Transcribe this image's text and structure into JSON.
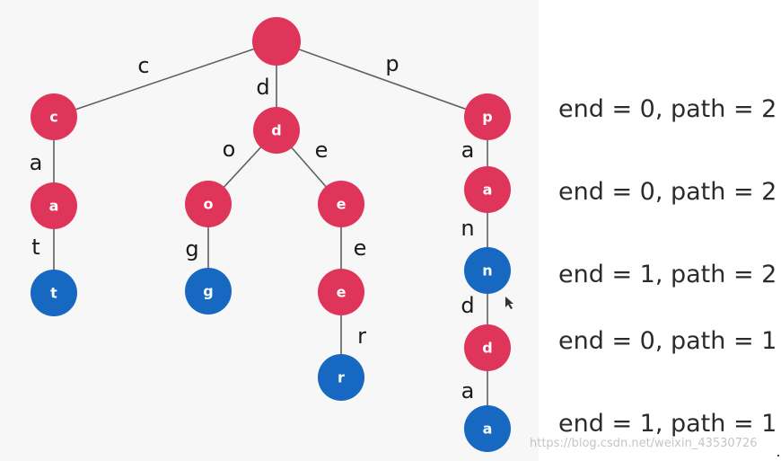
{
  "trie": {
    "root": {
      "label": ""
    },
    "nodes": [
      {
        "id": "c",
        "label": "c",
        "end": false
      },
      {
        "id": "ca",
        "label": "a",
        "end": false
      },
      {
        "id": "cat",
        "label": "t",
        "end": true
      },
      {
        "id": "d",
        "label": "d",
        "end": false
      },
      {
        "id": "do",
        "label": "o",
        "end": false
      },
      {
        "id": "dog",
        "label": "g",
        "end": true
      },
      {
        "id": "de",
        "label": "e",
        "end": false
      },
      {
        "id": "dee",
        "label": "e",
        "end": false
      },
      {
        "id": "deer",
        "label": "r",
        "end": true
      },
      {
        "id": "p",
        "label": "p",
        "end": false
      },
      {
        "id": "pa",
        "label": "a",
        "end": false
      },
      {
        "id": "pan",
        "label": "n",
        "end": true
      },
      {
        "id": "pand",
        "label": "d",
        "end": false
      },
      {
        "id": "panda",
        "label": "a",
        "end": true
      }
    ],
    "edges": [
      {
        "from": "root",
        "to": "c",
        "label": "c"
      },
      {
        "from": "c",
        "to": "ca",
        "label": "a"
      },
      {
        "from": "ca",
        "to": "cat",
        "label": "t"
      },
      {
        "from": "root",
        "to": "d",
        "label": "d"
      },
      {
        "from": "d",
        "to": "do",
        "label": "o"
      },
      {
        "from": "do",
        "to": "dog",
        "label": "g"
      },
      {
        "from": "d",
        "to": "de",
        "label": "e"
      },
      {
        "from": "de",
        "to": "dee",
        "label": "e"
      },
      {
        "from": "dee",
        "to": "deer",
        "label": "r"
      },
      {
        "from": "root",
        "to": "p",
        "label": "p"
      },
      {
        "from": "p",
        "to": "pa",
        "label": "a"
      },
      {
        "from": "pa",
        "to": "pan",
        "label": "n"
      },
      {
        "from": "pan",
        "to": "pand",
        "label": "d"
      },
      {
        "from": "pand",
        "to": "panda",
        "label": "a"
      }
    ]
  },
  "stats": [
    "end = 0, path = 2",
    "end = 0, path = 2",
    "end = 1, path = 2",
    "end = 0, path = 1",
    "end = 1, path = 1"
  ],
  "watermark": "https://blog.csdn.net/weixin_43530726",
  "colors": {
    "node": "#e0355a",
    "end_node": "#1668c0",
    "edge": "#5f5f5f"
  }
}
